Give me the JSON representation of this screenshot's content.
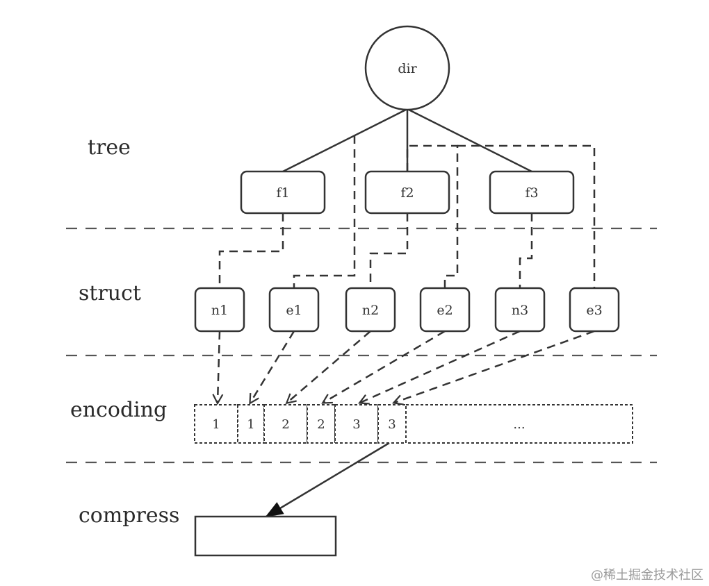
{
  "layers": {
    "tree": "tree",
    "struct": "struct",
    "encoding": "encoding",
    "compress": "compress"
  },
  "root": {
    "label": "dir"
  },
  "files": [
    {
      "id": "f1",
      "label": "f1"
    },
    {
      "id": "f2",
      "label": "f2"
    },
    {
      "id": "f3",
      "label": "f3"
    }
  ],
  "structs": [
    {
      "id": "n1",
      "label": "n1"
    },
    {
      "id": "e1",
      "label": "e1"
    },
    {
      "id": "n2",
      "label": "n2"
    },
    {
      "id": "e2",
      "label": "e2"
    },
    {
      "id": "n3",
      "label": "n3"
    },
    {
      "id": "e3",
      "label": "e3"
    }
  ],
  "encoding_cells": [
    {
      "label": "1"
    },
    {
      "label": "1"
    },
    {
      "label": "2"
    },
    {
      "label": "2"
    },
    {
      "label": "3"
    },
    {
      "label": "3"
    },
    {
      "label": "..."
    }
  ],
  "compress": {
    "label": ""
  },
  "watermark": "@稀土掘金技术社区"
}
